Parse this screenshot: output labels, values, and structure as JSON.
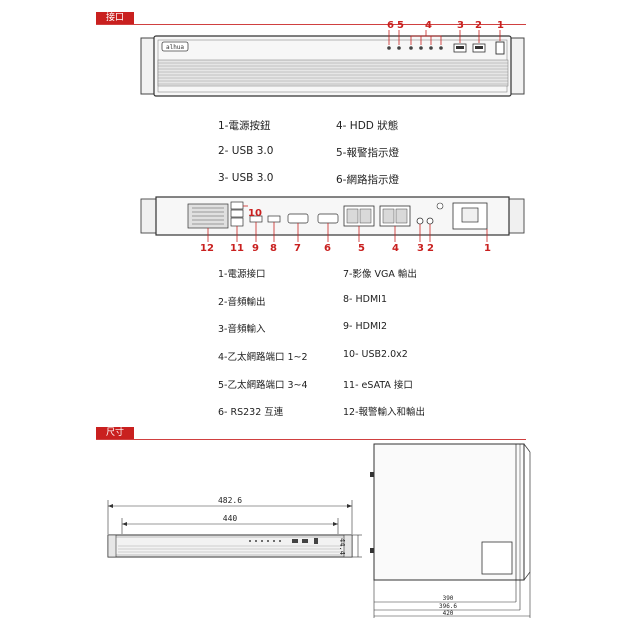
{
  "sections": {
    "interface_label": "接口",
    "dimension_label": "尺寸"
  },
  "front_callouts": [
    "6",
    "5",
    "4",
    "3",
    "2",
    "1"
  ],
  "front_specs": {
    "left": [
      "1-電源按鈕",
      "2- USB 3.0",
      "3- USB 3.0"
    ],
    "right": [
      "4- HDD 狀態",
      "5-報警指示燈",
      "6-網路指示燈"
    ]
  },
  "rear_callouts": [
    "10",
    "12",
    "11",
    "9",
    "8",
    "7",
    "6",
    "5",
    "4",
    "3",
    "2",
    "1"
  ],
  "rear_specs": {
    "left": [
      "1-電源接口",
      "2-音頻輸出",
      "3-音頻輸入",
      "4-乙太網路端口 1~2",
      "5-乙太網路端口 3~4",
      "6- RS232 互連"
    ],
    "right": [
      "7-影像 VGA 輸出",
      "8- HDMI1",
      "9- HDMI2",
      "10- USB2.0x2",
      "11- eSATA 接口",
      "12-報警輸入和輸出"
    ]
  },
  "dimensions": {
    "width_outer": "482.6",
    "width_inner": "440",
    "height": "44.4",
    "depth_1": "390",
    "depth_2": "396.6",
    "depth_3": "420"
  },
  "colors": {
    "accent": "#c9201f"
  }
}
